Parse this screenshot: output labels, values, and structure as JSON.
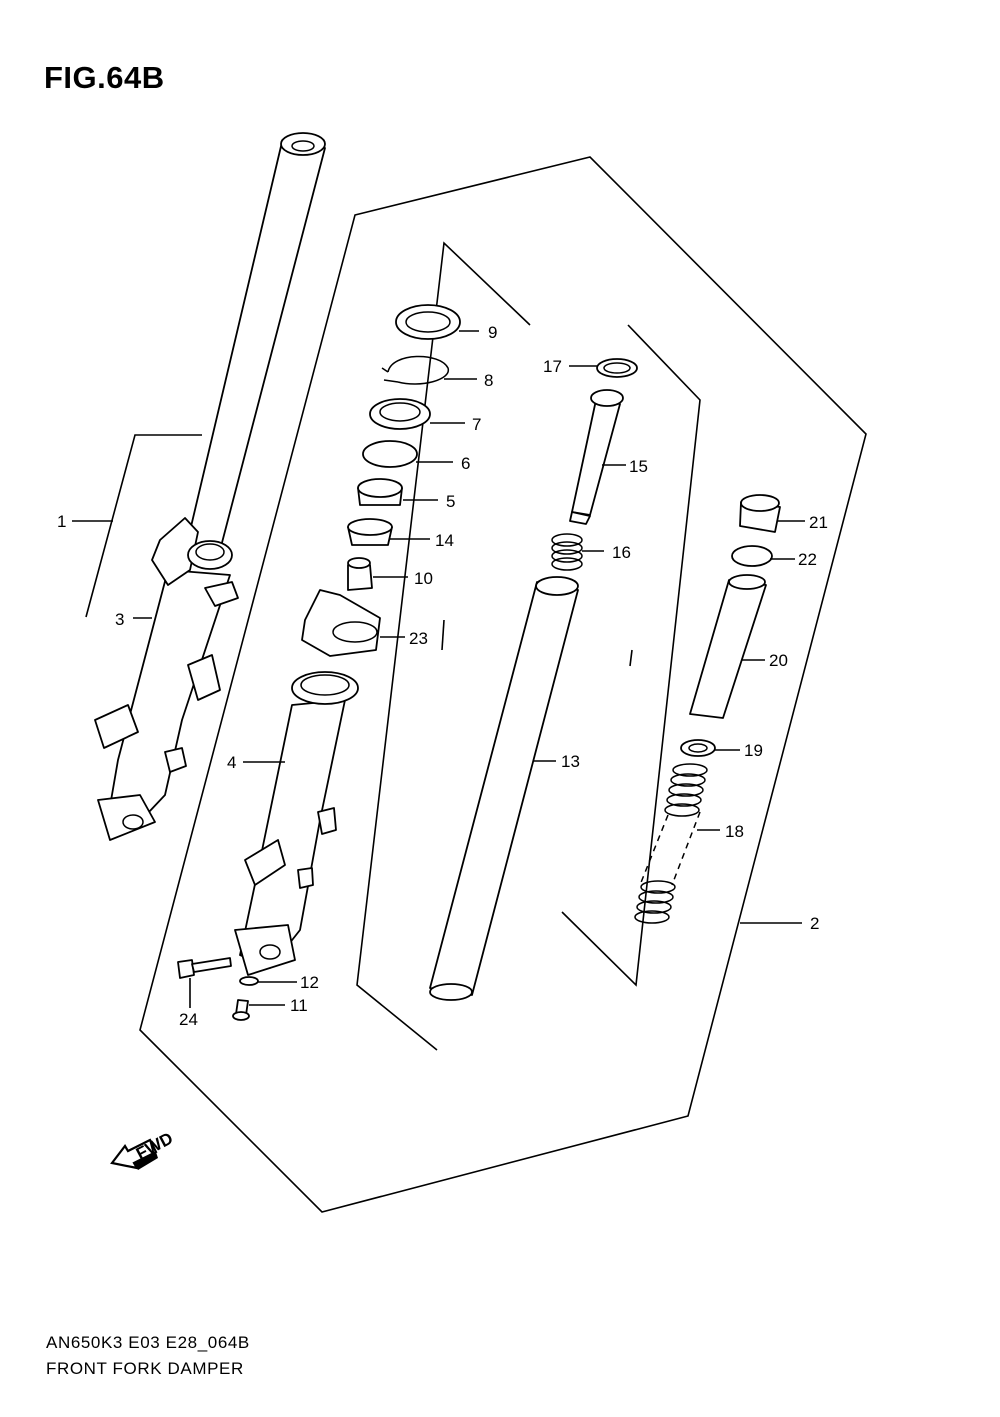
{
  "figure": {
    "title": "FIG.64B"
  },
  "footer": {
    "code": "AN650K3 E03 E28_064B",
    "name": "FRONT FORK DAMPER"
  },
  "direction_badge": {
    "text": "FWD",
    "icon": "fwd-arrow-icon"
  },
  "callouts": [
    {
      "num": "1"
    },
    {
      "num": "2"
    },
    {
      "num": "3"
    },
    {
      "num": "4"
    },
    {
      "num": "5"
    },
    {
      "num": "6"
    },
    {
      "num": "7"
    },
    {
      "num": "8"
    },
    {
      "num": "9"
    },
    {
      "num": "10"
    },
    {
      "num": "11"
    },
    {
      "num": "12"
    },
    {
      "num": "13"
    },
    {
      "num": "14"
    },
    {
      "num": "15"
    },
    {
      "num": "16"
    },
    {
      "num": "17"
    },
    {
      "num": "18"
    },
    {
      "num": "19"
    },
    {
      "num": "20"
    },
    {
      "num": "21"
    },
    {
      "num": "22"
    },
    {
      "num": "23"
    },
    {
      "num": "24"
    }
  ]
}
